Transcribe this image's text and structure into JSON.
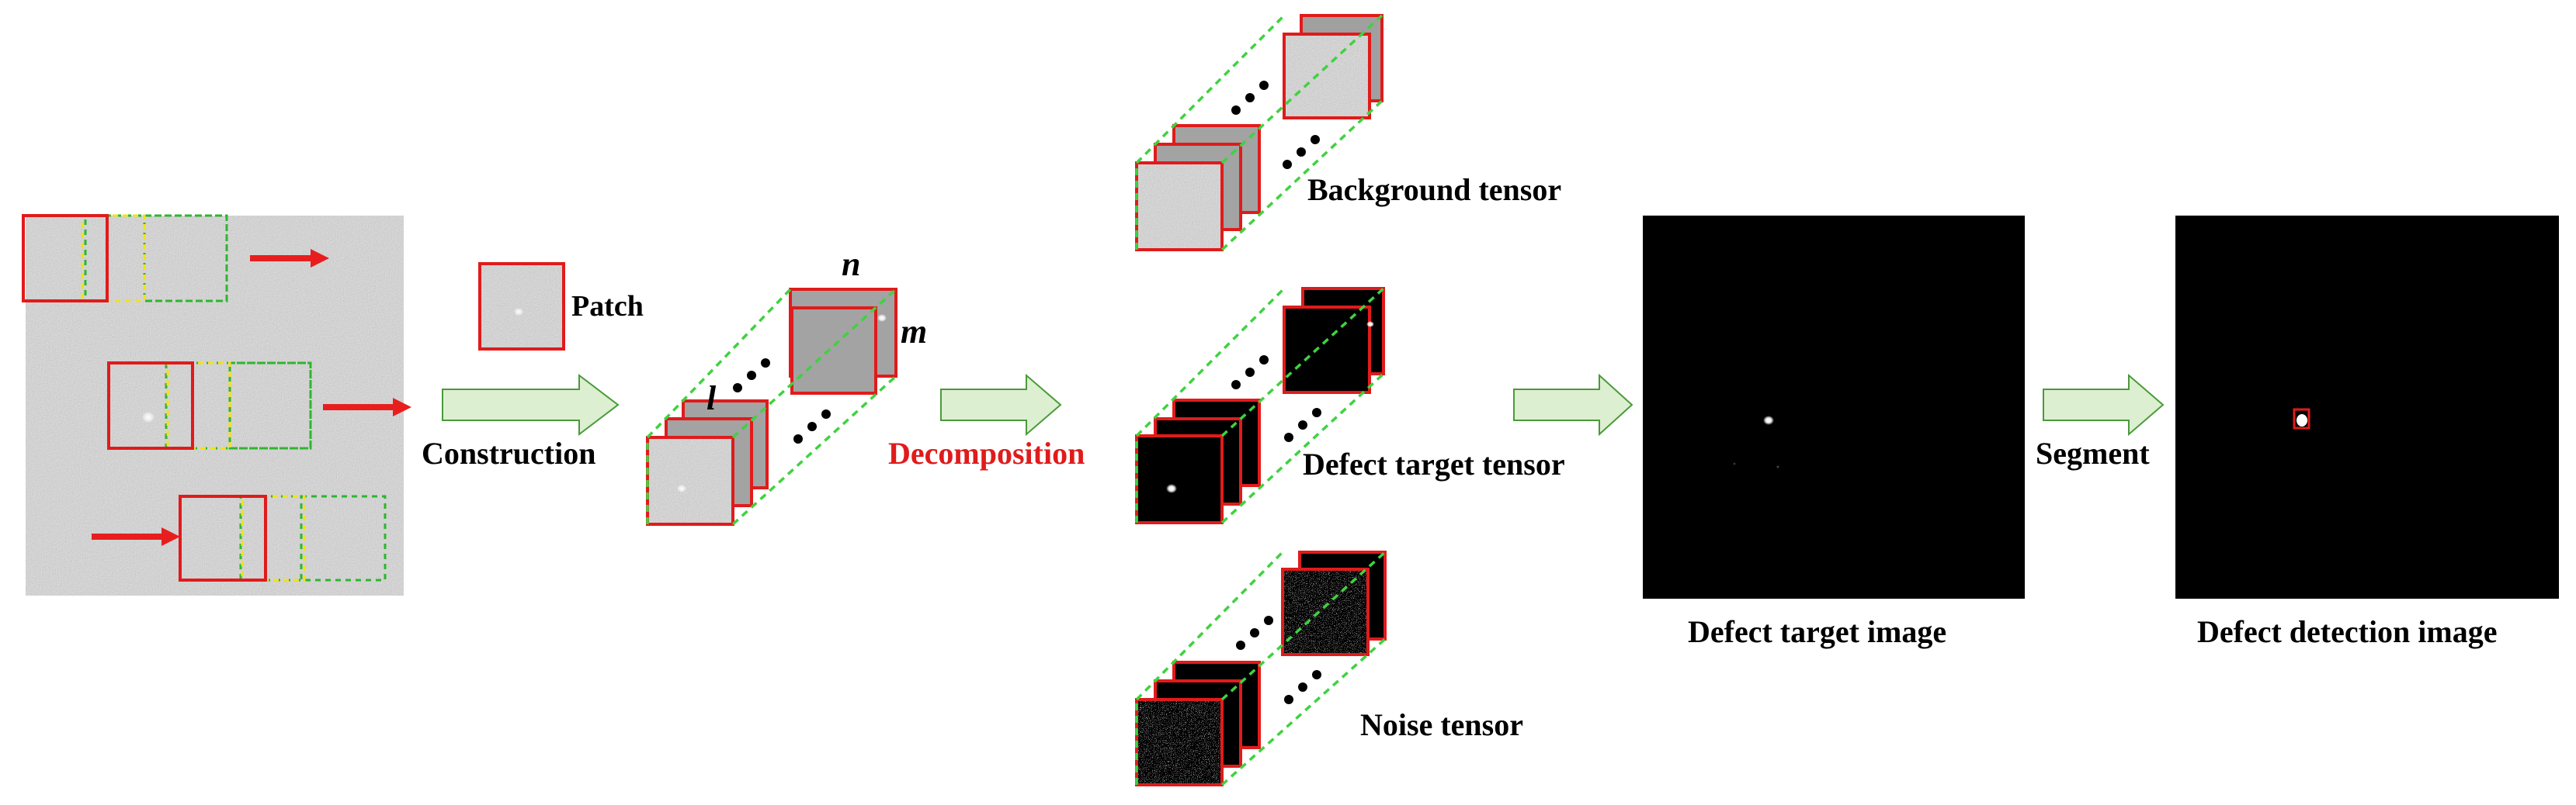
{
  "labels": {
    "patch": "Patch",
    "construction": "Construction",
    "decomposition": "Decomposition",
    "dim_l": "l",
    "dim_n": "n",
    "dim_m": "m",
    "background_tensor": "Background tensor",
    "defect_target_tensor": "Defect target tensor",
    "noise_tensor": "Noise tensor",
    "defect_target_image": "Defect target image",
    "segment": "Segment",
    "defect_detection_image": "Defect detection image"
  },
  "colors": {
    "patch_frame": "#e01b1b",
    "window_yellow": "#f2e21a",
    "window_green": "#2fb52f",
    "tensor_outline": "#3fd23f",
    "arrow_fill": "#dcefd0",
    "arrow_stroke": "#4a9a3a",
    "decomposition_text": "#e01b1b",
    "gray_texture": "#a3a3a3",
    "image_black": "#000000"
  }
}
